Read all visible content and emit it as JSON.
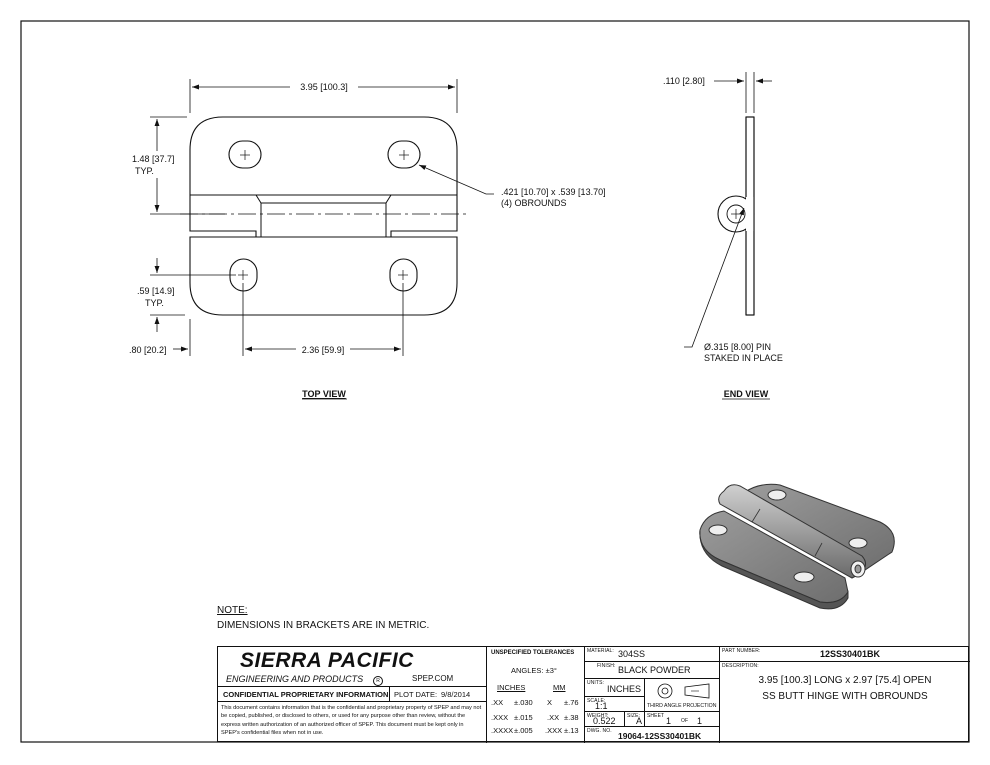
{
  "views": {
    "top": {
      "caption": "TOP VIEW",
      "dim_overall_length": "3.95 [100.3]",
      "dim_hole_height_a": "1.48",
      "dim_hole_height_b": "[37.7]",
      "dim_hole_height_typ": "TYP.",
      "dim_edge_a": ".59",
      "dim_edge_b": "[14.9]",
      "dim_edge_typ": "TYP.",
      "dim_side_offset": ".80 [20.2]",
      "dim_hole_spacing": "2.36 [59.9]",
      "obround_callout_line1": ".421 [10.70] x .539 [13.70]",
      "obround_callout_line2": "(4) OBROUNDS"
    },
    "end": {
      "caption": "END VIEW",
      "dim_thickness": ".110 [2.80]",
      "pin_callout_line1": "Ø.315 [8.00] PIN",
      "pin_callout_line2": "STAKED IN PLACE"
    }
  },
  "notes": {
    "heading": "NOTE:",
    "text": "DIMENSIONS IN BRACKETS ARE IN METRIC."
  },
  "title_block": {
    "company_name": "SIERRA PACIFIC",
    "company_subtitle": "ENGINEERING AND PRODUCTS",
    "company_mark": "R",
    "website": "SPEP.COM",
    "confidential_heading": "CONFIDENTIAL PROPRIETARY INFORMATION",
    "plot_date_label": "PLOT DATE:",
    "plot_date": "9/8/2014",
    "confidential_text": "This document contains information that is the confidential and proprietary property of SPEP and may not be copied, published, or disclosed to others, or used for any purpose other than review, without the express written authorization of an authorized officer of SPEP. This document must be kept only in SPEP's confidential files when not in use.",
    "tolerances": {
      "heading": "UNSPECIFIED TOLERANCES",
      "angles": "ANGLES: ±3°",
      "inches_header": "INCHES",
      "mm_header": "MM",
      "rows": [
        {
          "in_fmt": ".XX",
          "in_tol": "±.030",
          "mm_fmt": "X",
          "mm_tol": "±.76"
        },
        {
          "in_fmt": ".XXX",
          "in_tol": "±.015",
          "mm_fmt": ".XX",
          "mm_tol": "±.38"
        },
        {
          "in_fmt": ".XXXX",
          "in_tol": "±.005",
          "mm_fmt": ".XXX",
          "mm_tol": "±.13"
        }
      ]
    },
    "material_label": "MATERIAL:",
    "material": "304SS",
    "finish_label": "FINISH:",
    "finish": "BLACK POWDER",
    "units_label": "UNITS:",
    "units": "INCHES",
    "projection_label": "THIRD ANGLE PROJECTION",
    "scale_label": "SCALE:",
    "scale": "1:1",
    "weight_label": "WEIGHT:",
    "weight": "0.522",
    "size_label": "SIZE:",
    "size": "A",
    "sheet_label": "SHEET",
    "sheet_num": "1",
    "sheet_of": "OF",
    "sheet_total": "1",
    "dwg_label": "DWG. NO.",
    "dwg_no": "19064-12SS30401BK",
    "part_number_label": "PART NUMBER:",
    "part_number": "12SS30401BK",
    "description_label": "DESCRIPTION:",
    "description_line1": "3.95 [100.3] LONG x 2.97 [75.4] OPEN",
    "description_line2": "SS BUTT HINGE WITH OBROUNDS"
  }
}
